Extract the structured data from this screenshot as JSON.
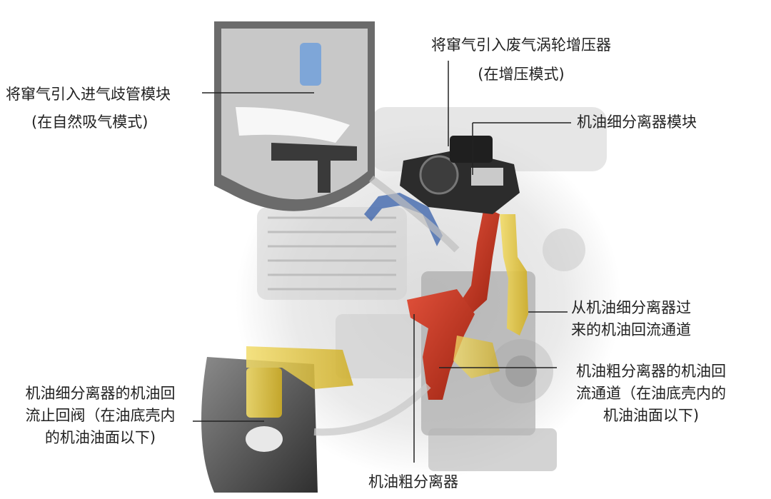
{
  "labels": {
    "intake_manifold": {
      "line1": "将窜气引入进气歧管模块",
      "line2": "(在自然吸气模式)"
    },
    "turbo": {
      "line1": "将窜气引入废气涡轮增压器",
      "line2": "(在增压模式)"
    },
    "fine_separator_module": {
      "line1": "机油细分离器模块"
    },
    "fine_return_channel": {
      "line1": "从机油细分离器过",
      "line2": "来的机油回流通道"
    },
    "coarse_return_channel": {
      "line1": "机油粗分离器的机油回",
      "line2": "流通道（在油底壳内的",
      "line3": "机油油面以下)"
    },
    "fine_check_valve": {
      "line1": "机油细分离器的机油回",
      "line2": "流止回阀（在油底壳内",
      "line3": "的机油油面以下)"
    },
    "coarse_separator": {
      "line1": "机油粗分离器"
    }
  },
  "colors": {
    "oil_return_yellow": "#e8cc3c",
    "coarse_path_red": "#c0301e",
    "blowby_blue": "#4a6fb0",
    "separator_module_dark": "#2c2c2c"
  }
}
